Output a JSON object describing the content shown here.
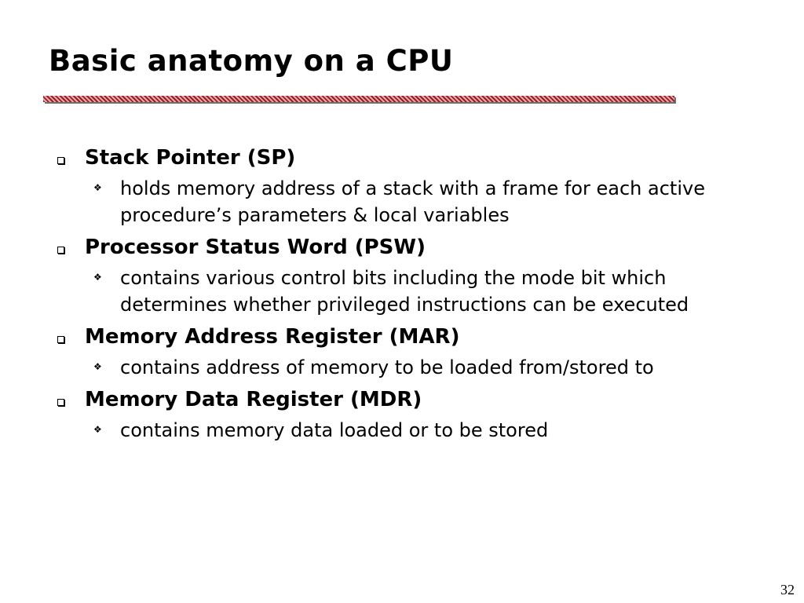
{
  "slide": {
    "title": "Basic anatomy on a CPU",
    "page_number": "32",
    "bullets": [
      {
        "heading": "Stack Pointer (SP)",
        "subpoints": [
          "holds memory address of a stack with a frame for each active procedure’s parameters & local variables"
        ]
      },
      {
        "heading": "Processor Status Word (PSW)",
        "subpoints": [
          "contains various control bits including the mode bit which determines whether privileged instructions can be executed"
        ]
      },
      {
        "heading": "Memory Address Register (MAR)",
        "subpoints": [
          "contains address of memory to be loaded from/stored to"
        ]
      },
      {
        "heading": "Memory Data Register (MDR)",
        "subpoints": [
          "contains memory data loaded or to be stored"
        ]
      }
    ],
    "icons": {
      "bullet": "square-bullet-icon",
      "sub_bullet": "diamond-bullet-icon"
    }
  }
}
